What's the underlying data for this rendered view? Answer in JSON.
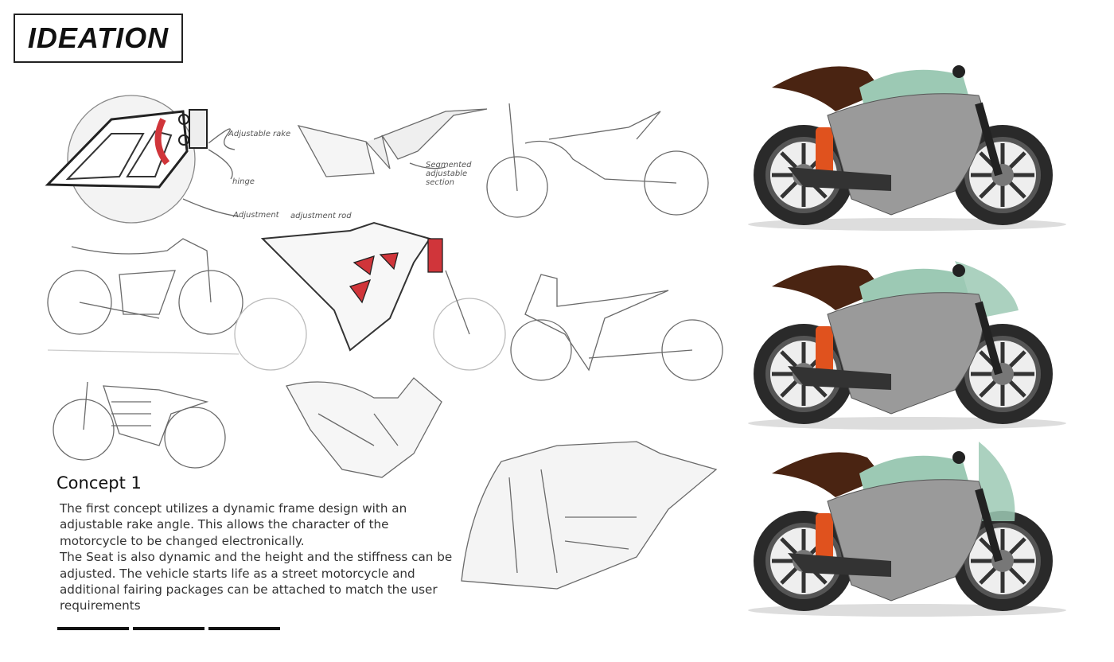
{
  "board": {
    "title": "IDEATION",
    "annotations": {
      "adjustable_rake": "Adjustable rake",
      "hinge": "hinge",
      "adjustment": "Adjustment",
      "adjustment_rod": "adjustment rod",
      "segmented": "Segmented adjustable section"
    },
    "concept": {
      "title": "Concept 1",
      "paragraph_1": "The first concept utilizes a dynamic  frame design with an adjustable rake angle. This allows the  character of the motorcycle to be changed electronically.",
      "paragraph_2": "The Seat is also dynamic and the height and the stiffness can be adjusted. The vehicle starts life as a street motorcycle and additional fairing packages can be attached to match the user requirements"
    },
    "colors": {
      "body": "#9a9a9a",
      "accent_green": "#9cc9b4",
      "accent_orange": "#e0521e",
      "seat_brown": "#4a2412",
      "tire": "#2a2a2a",
      "sketch_red": "#d0353a"
    },
    "renders": [
      {
        "variant": "street"
      },
      {
        "variant": "half-fairing"
      },
      {
        "variant": "full-fairing"
      }
    ]
  }
}
